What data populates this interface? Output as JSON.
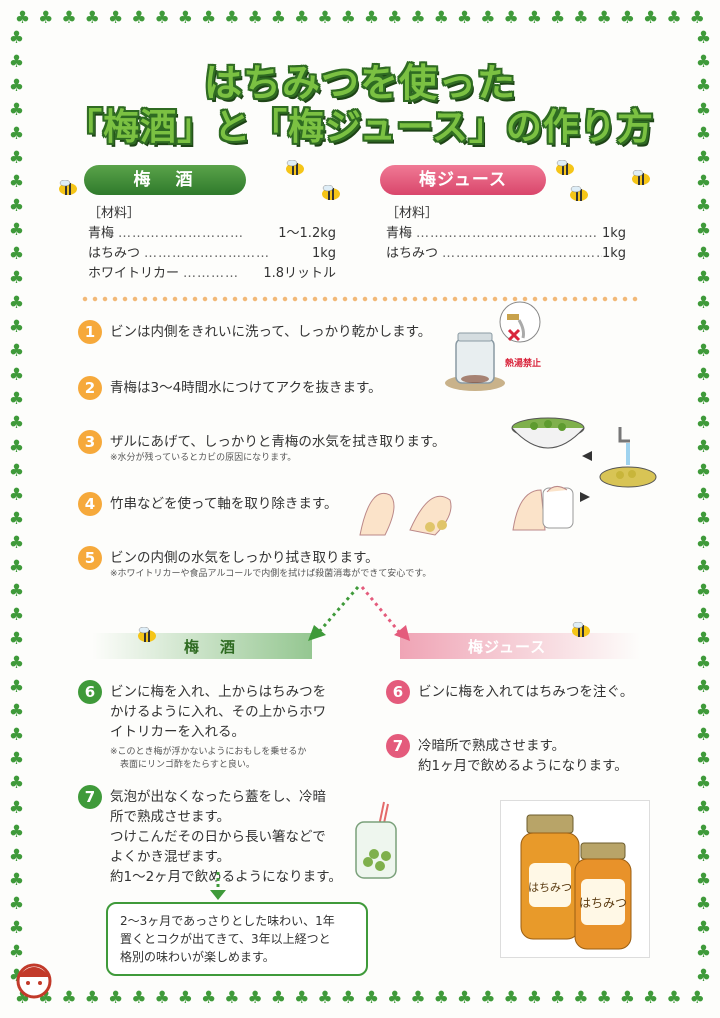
{
  "title": {
    "line1": "はちみつを使った",
    "line2": "「梅酒」と「梅ジュース」の作り方"
  },
  "umeshu": {
    "label": "梅　酒",
    "materials_heading": "［材料］",
    "materials": [
      {
        "name": "青梅",
        "dots": "………………………",
        "amount": "1～1.2kg"
      },
      {
        "name": "はちみつ",
        "dots": "………………………",
        "amount": "1kg"
      },
      {
        "name": "ホワイトリカー",
        "dots": "…………",
        "amount": "1.8リットル"
      }
    ]
  },
  "umejuice": {
    "label": "梅ジュース",
    "materials_heading": "［材料］",
    "materials": [
      {
        "name": "青梅",
        "dots": "…………………………………",
        "amount": "1kg"
      },
      {
        "name": "はちみつ",
        "dots": "………………………………",
        "amount": "1kg"
      }
    ]
  },
  "common_steps": [
    {
      "num": "1",
      "text": "ビンは内側をきれいに洗って、しっかり乾かします。",
      "note": ""
    },
    {
      "num": "2",
      "text": "青梅は3～4時間水につけてアクを抜きます。",
      "note": ""
    },
    {
      "num": "3",
      "text": "ザルにあげて、しっかりと青梅の水気を拭き取ります。",
      "note": "※水分が残っているとカビの原因になります。"
    },
    {
      "num": "4",
      "text": "竹串などを使って軸を取り除きます。",
      "note": ""
    },
    {
      "num": "5",
      "text": "ビンの内側の水気をしっかり拭き取ります。",
      "note": "※ホワイトリカーや食品アルコールで内側を拭けば殺菌消毒ができて安心です。"
    }
  ],
  "hot_water_warning": "熱湯禁止",
  "umeshu_steps": [
    {
      "num": "6",
      "lines": [
        "ビンに梅を入れ、上からはちみつを",
        "かけるように入れ、その上からホワ",
        "イトリカーを入れる。"
      ],
      "notes": [
        "※このとき梅が浮かないようにおもしを乗せるか",
        "表面にリンゴ酢をたらすと良い。"
      ]
    },
    {
      "num": "7",
      "lines": [
        "気泡が出なくなったら蓋をし、冷暗",
        "所で熟成させます。",
        "つけこんだその日から長い箸などで",
        "よくかき混ぜます。",
        "約1～2ヶ月で飲めるようになります。"
      ],
      "notes": []
    }
  ],
  "juice_steps": [
    {
      "num": "6",
      "lines": [
        "ビンに梅を入れてはちみつを注ぐ。"
      ]
    },
    {
      "num": "7",
      "lines": [
        "冷暗所で熟成させます。",
        "約1ヶ月で飲めるようになります。"
      ]
    }
  ],
  "tip": [
    "2～3ヶ月であっさりとした味わい、1年",
    "置くとコクが出てきて、3年以上経つと",
    "格別の味わいが楽しめます。"
  ],
  "jar_label": "はちみつ",
  "colors": {
    "green": "#3f9a3a",
    "light_green": "#7bc142",
    "pink": "#e45b7c",
    "orange": "#f6a93b",
    "honey": "#e89a2a"
  }
}
